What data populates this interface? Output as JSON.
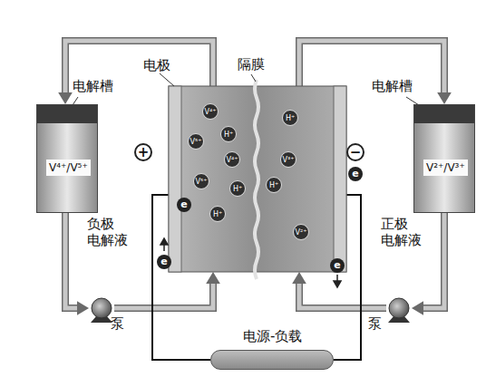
{
  "diagram": {
    "nodes": [
      {
        "text": [
          "V⁴⁺/V⁵⁺"
        ]
      },
      {
        "text": [
          "电极"
        ]
      },
      {
        "text": [
          "V²⁺/V³⁺"
        ]
      },
      {
        "text": [
          "泵"
        ]
      },
      {
        "text": [
          "泵"
        ]
      },
      {
        "text": [
          "电源-负载"
        ]
      }
    ],
    "edges": [
      {
        "from": 0,
        "to": 3,
        "arrow": "to"
      },
      {
        "from": 3,
        "to": 1,
        "arrow": "to"
      },
      {
        "from": 1,
        "to": 0,
        "arrow": "to"
      },
      {
        "from": 2,
        "to": 4,
        "arrow": "to"
      },
      {
        "from": 4,
        "to": 1,
        "arrow": "to"
      },
      {
        "from": 1,
        "to": 2,
        "arrow": "to"
      },
      {
        "from": 1,
        "to": 5,
        "arrow": "none"
      },
      {
        "from": 1,
        "to": 5,
        "arrow": "none"
      }
    ],
    "labels": [
      "电解槽",
      "电解槽",
      "隔膜",
      "负极 电解液",
      "正极 电解液",
      "+",
      "−",
      "e",
      "e",
      "e",
      "e",
      "V⁴⁺",
      "V⁵⁺",
      "H⁺",
      "V⁴⁺",
      "V⁵⁺",
      "H⁺",
      "H⁺",
      "H⁺",
      "V³⁺",
      "H⁺",
      "V²⁺"
    ]
  }
}
